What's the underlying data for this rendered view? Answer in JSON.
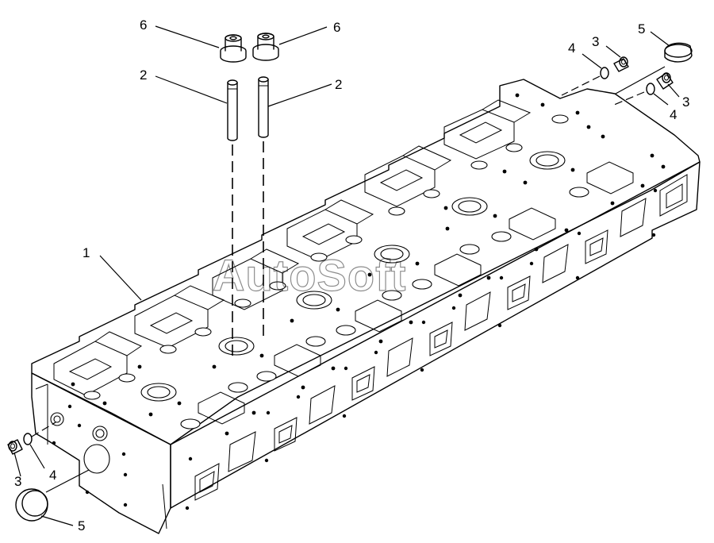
{
  "watermark": "AutoSoft",
  "callouts": {
    "c6_left": "6",
    "c6_right": "6",
    "c2_left": "2",
    "c2_right": "2",
    "c1": "1",
    "c4_top_a": "4",
    "c3_top_a": "3",
    "c5_top": "5",
    "c3_top_b": "3",
    "c4_top_b": "4",
    "c3_left": "3",
    "c4_left": "4",
    "c5_bottom": "5"
  }
}
